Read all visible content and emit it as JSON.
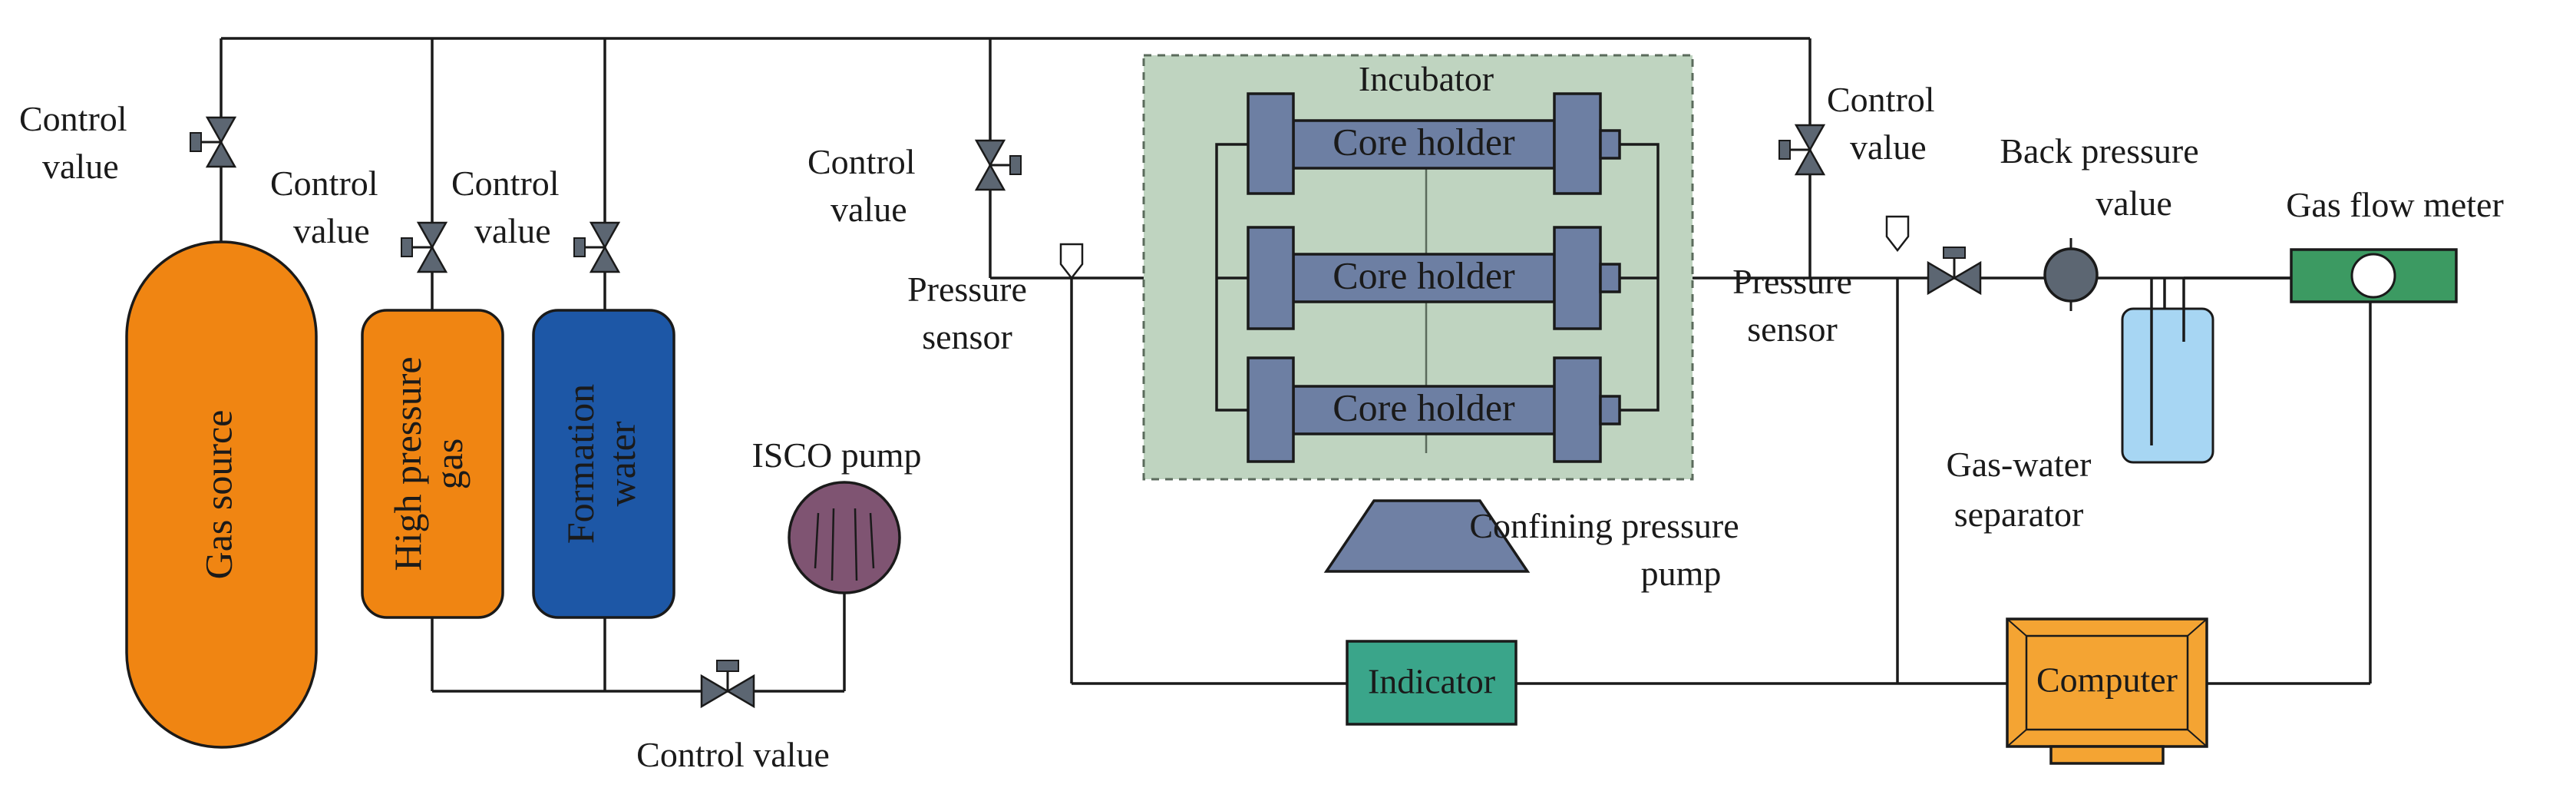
{
  "diagram": {
    "labels": {
      "control_value_1": "Control value",
      "control_value_2": "Control value",
      "control_value_3": "Control value",
      "control_value_4": "Control value",
      "control_value_5": "Control value",
      "control_value_bottom": "Control value",
      "gas_source": "Gas source",
      "high_pressure_gas": "High pressure gas",
      "formation_water": "Formation water",
      "isco_pump": "ISCO pump",
      "pressure_sensor_left": "Pressure sensor",
      "pressure_sensor_right": "Pressure sensor",
      "incubator": "Incubator",
      "core_holder_1": "Core holder",
      "core_holder_2": "Core holder",
      "core_holder_3": "Core holder",
      "confining_pressure_pump": "Confining pressure pump",
      "indicator": "Indicator",
      "back_pressure_value": "Back pressure value",
      "gas_water_separator": "Gas-water separator",
      "gas_flow_meter": "Gas flow meter",
      "computer": "Computer"
    },
    "colors": {
      "gas_source": "#f08512",
      "high_pressure_gas": "#f08512",
      "formation_water": "#1d57a6",
      "isco_pump": "#7f5472",
      "valve": "#5c6672",
      "incubator_fill": "#bfd4c0",
      "core_holder": "#6d7fa3",
      "confining_pump": "#6f80a4",
      "indicator": "#3aa58a",
      "back_pressure_gauge": "#5c6672",
      "separator": "#a7d6f3",
      "gas_flow_meter": "#3c9a62",
      "computer": "#f4a433"
    }
  }
}
